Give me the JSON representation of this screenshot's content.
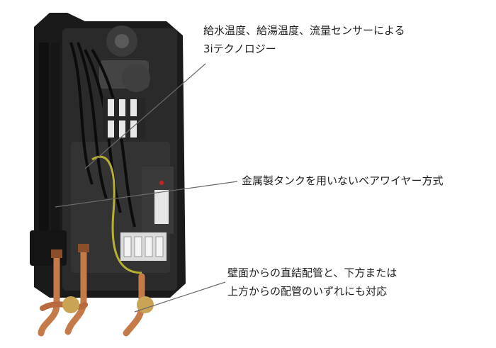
{
  "callouts": [
    {
      "lines": [
        "給水温度、給湯温度、流量センサーによる",
        "3iテクノロジー"
      ]
    },
    {
      "lines": [
        "金属製タンクを用いないベアワイヤー方式"
      ]
    },
    {
      "lines": [
        "壁面からの直結配管と、下方または",
        "上方からの配管のいずれにも対応"
      ]
    }
  ],
  "colors": {
    "housing": "#1a1a1a",
    "panel": "#2e2e2e",
    "copper": "#c57a4a",
    "earth_wire": "#b8b033",
    "terminal": "#e8e8e8",
    "leader": "#6b6b6b"
  }
}
